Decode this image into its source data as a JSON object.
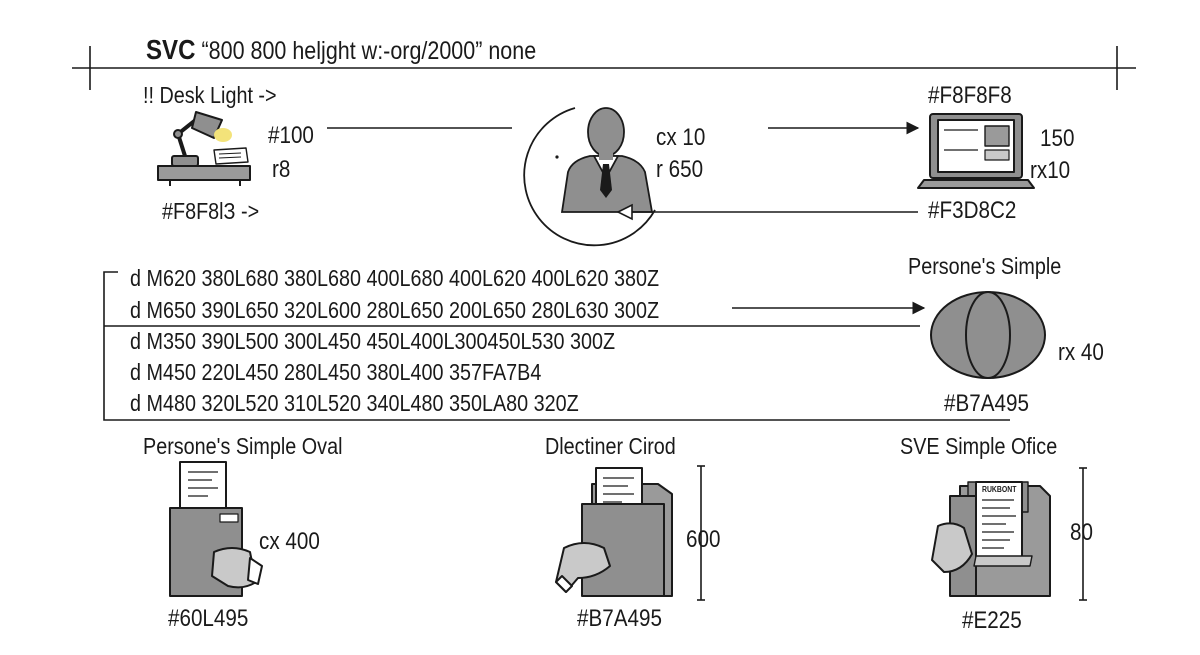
{
  "header": {
    "title_bold": "SVC",
    "title_rest": "“800 800 heljght w:-org/2000” none"
  },
  "top_row": {
    "desk_light_label": "!! Desk Light ->",
    "desk_fill_label": "#F8F8lЗ ->",
    "desk_value_a": "#100",
    "desk_value_b": "r8",
    "person_value_a": "cx 10",
    "person_value_b": "r 650",
    "computer_color_top": "#F8F8F8",
    "computer_value_a": "150",
    "computer_value_b": "rx10",
    "computer_color_bottom": "#F3D8C2"
  },
  "path_block": {
    "lines": [
      "d M620 380L680 380L680 400L680 400L620 400L620 380Z",
      "d M650 390L650 320L600 280L650 200L650 280L630 300Z",
      "d M350 390L500 300L450 450L400L300450L530 300Z",
      "d M450 220L450 280L450 380L400 357FA7B4",
      "d M480 320L520 310L520 340L480 350LA80 320Z"
    ]
  },
  "oval": {
    "title": "Persone's Simple",
    "value": "rx 40",
    "color": "#B7A495"
  },
  "bottom_row": [
    {
      "title": "Persone's Simple Oval",
      "value": "cx 400",
      "color": "#60L495"
    },
    {
      "title": "Dlectiner Cirod",
      "value": "600",
      "color": "#B7A495"
    },
    {
      "title": "SVE Simple Ofice",
      "value": "80",
      "color": "#E225",
      "receipt_heading": "RUKBONT"
    }
  ],
  "colors": {
    "ink": "#1a1a1a",
    "gray_fill": "#8f8f8f",
    "light_gray": "#c9c9c9",
    "lamp_glow": "#f3e37a"
  },
  "icons": [
    "desk-lamp-icon",
    "person-icon",
    "computer-icon",
    "oval-icon",
    "folder-hand-icon",
    "folder-receipt-icon"
  ]
}
